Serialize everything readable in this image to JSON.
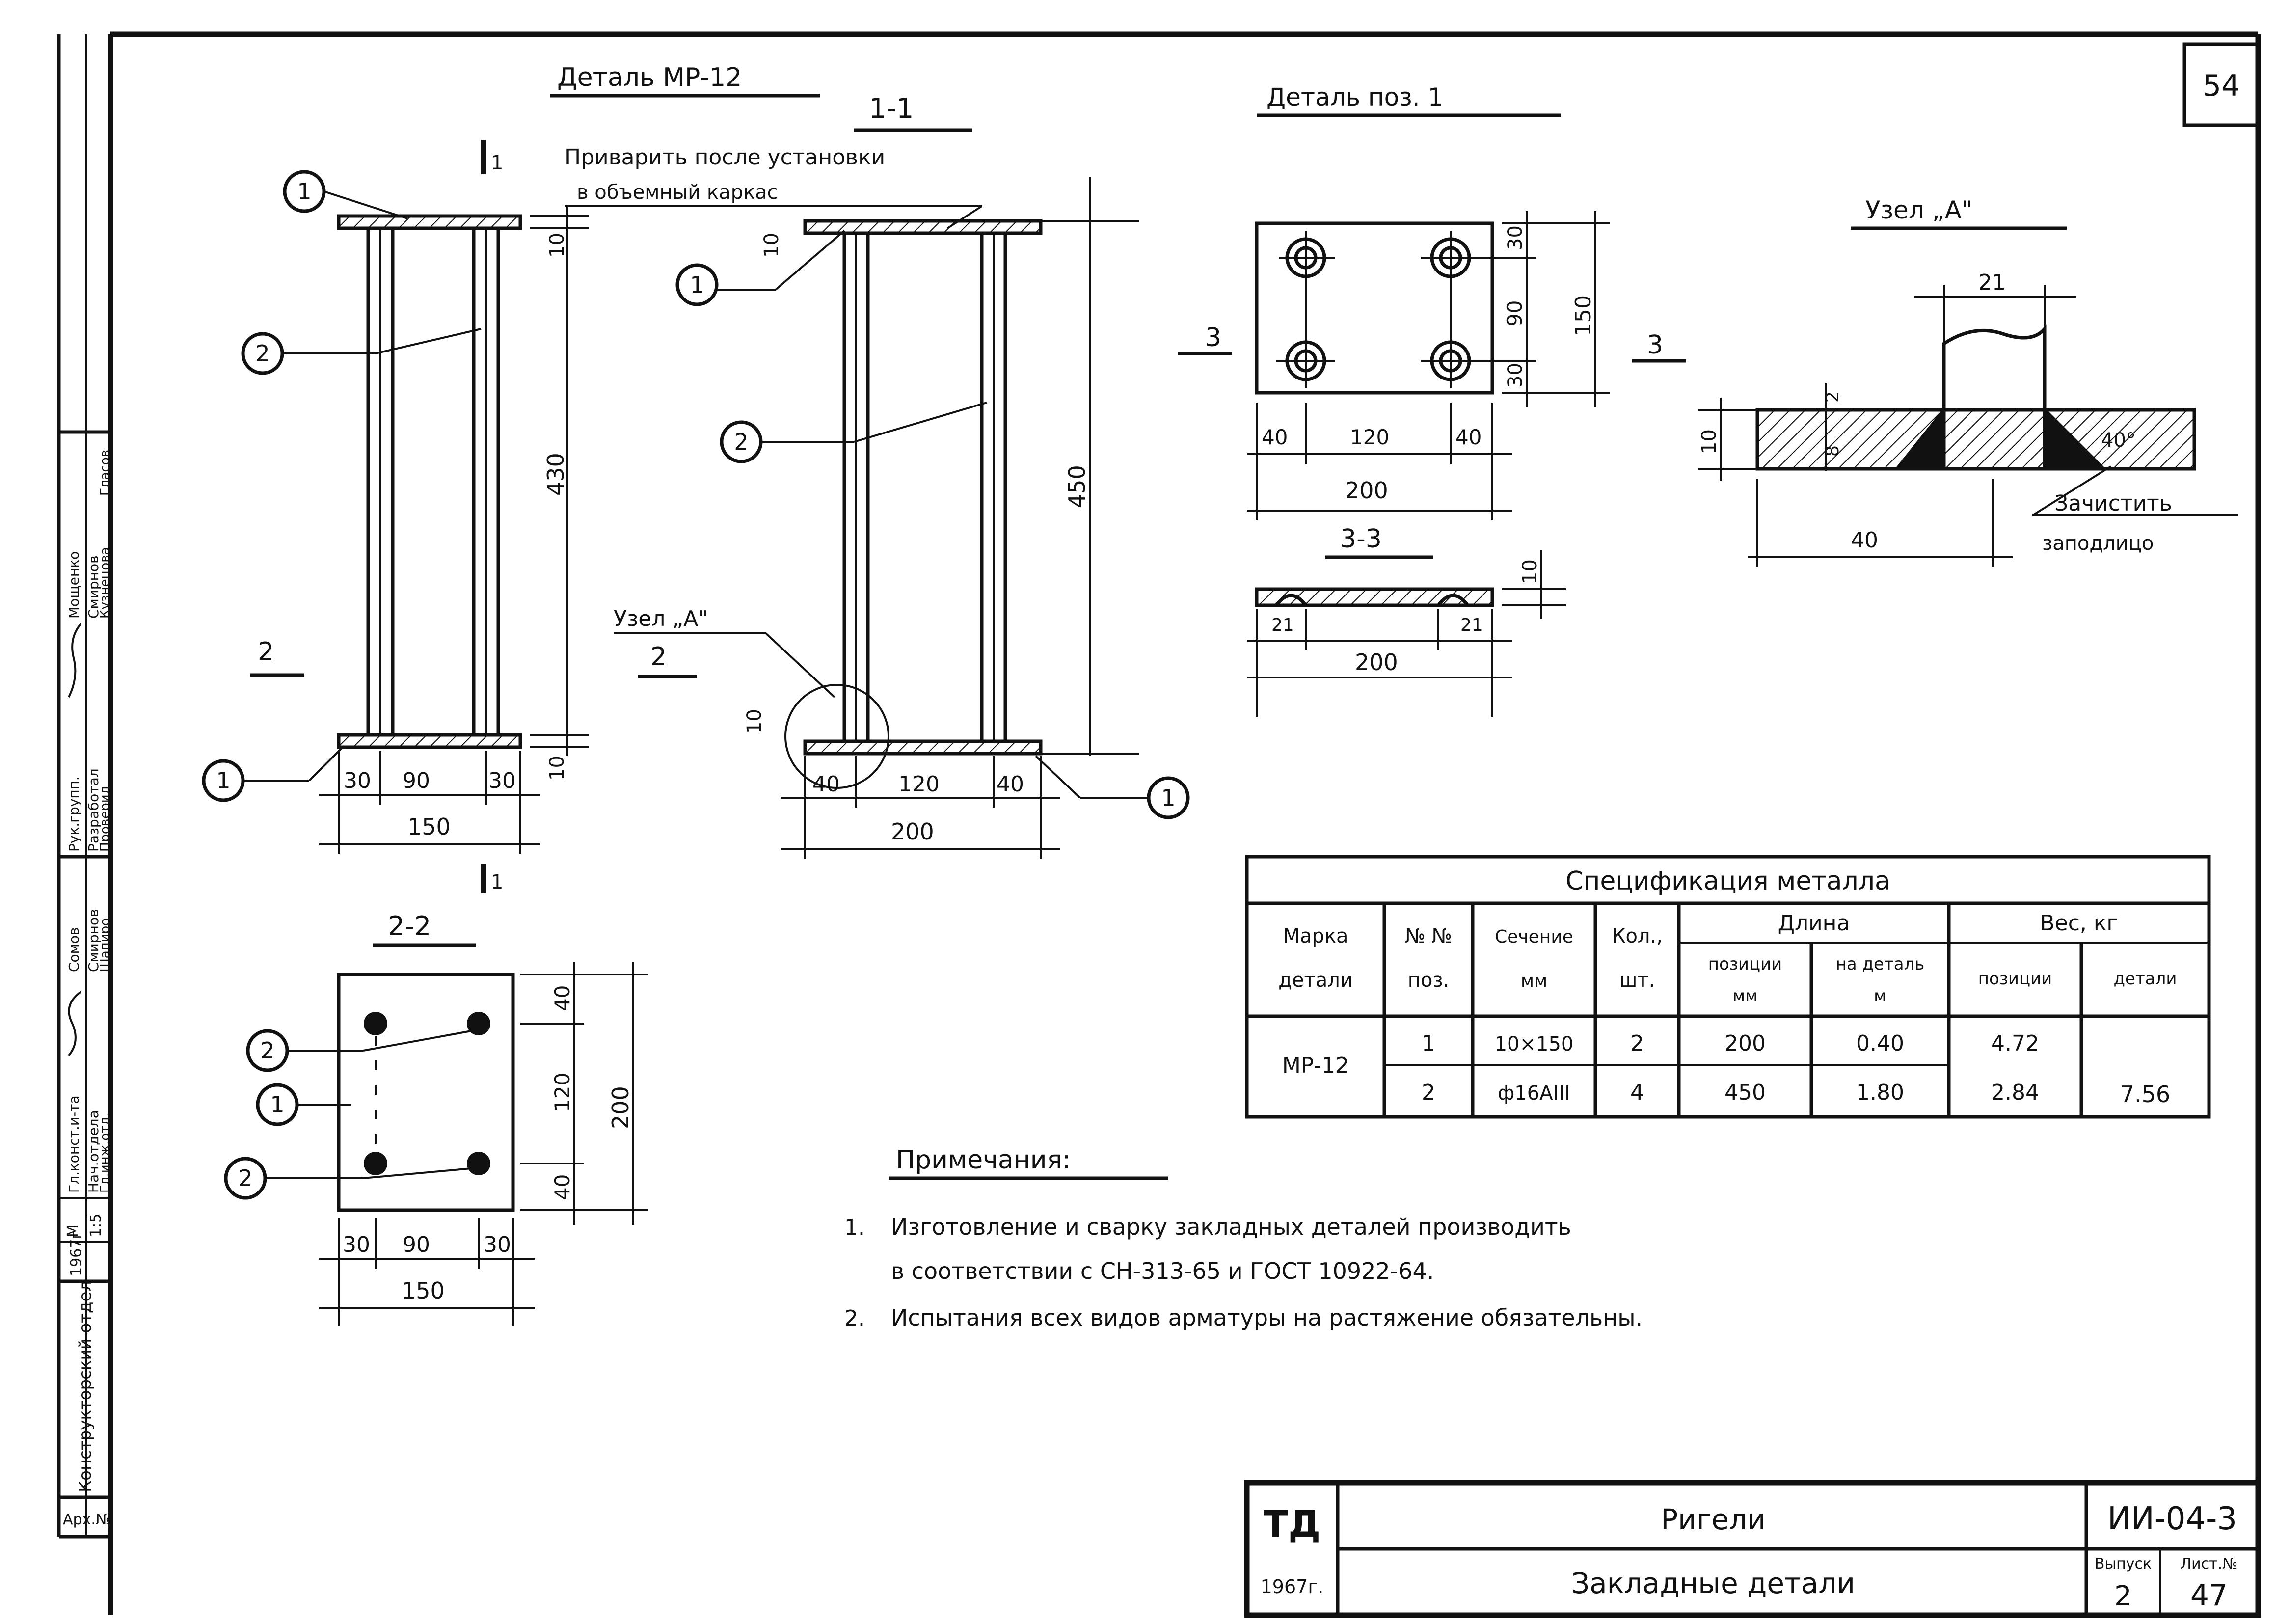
{
  "sheet": {
    "page_number": "54",
    "org": "ТД",
    "year": "1967г.",
    "series": "ИИ-04-3",
    "title": "Ригели",
    "subtitle": "Закладные детали",
    "issue_label": "Выпуск",
    "issue": "2",
    "sheet_label": "Лист.№",
    "sheet_no": "47"
  },
  "side_stamp": {
    "dept": "Конструкторский отдел",
    "arh_label": "Арх.№",
    "year": "1967г",
    "scale_label": "М",
    "scale": "1:5",
    "roles": [
      "Гл.конст.и-та",
      "Нач.отдела",
      "Гл.инж.отд.",
      "Рук.групп.",
      "Разработал",
      "Проверил"
    ],
    "names": [
      "Сомов",
      "Смирнов",
      "Шапиро",
      "Мощенко",
      "Смирнов",
      "Кузнецова"
    ],
    "extra_name": "Гласов"
  },
  "drawing": {
    "detail_title": "Деталь МР-12",
    "pos_title": "Деталь поз. 1",
    "node_title": "Узел „А\"",
    "node_ref": "Узел „А\"",
    "weld_note_1": "Приварить после установки",
    "weld_note_2": "в объемный каркас",
    "clean_note_1": "Зачистить",
    "clean_note_2": "заподлицо",
    "sections": {
      "s11": "1-1",
      "s22": "2-2",
      "s33": "3-3",
      "m1": "1",
      "m2": "2",
      "m3": "3"
    },
    "callouts": {
      "c1": "1",
      "c2": "2"
    },
    "dims": {
      "d430": "430",
      "d450": "450",
      "d10": "10",
      "d30": "30",
      "d90": "90",
      "d150": "150",
      "d40": "40",
      "d120": "120",
      "d200": "200",
      "d21": "21",
      "d8": "8",
      "d2": "2",
      "d40deg": "40°"
    }
  },
  "spec": {
    "title": "Спецификация металла",
    "h_marka": [
      "Марка",
      "детали"
    ],
    "h_pos": [
      "№ №",
      "поз."
    ],
    "h_sech": [
      "Сечение",
      "мм"
    ],
    "h_kol": [
      "Кол.,",
      "шт."
    ],
    "h_dlina": "Длина",
    "h_dl_pos": [
      "позиции",
      "мм"
    ],
    "h_dl_det": [
      "на деталь",
      "м"
    ],
    "h_ves": "Вес, кг",
    "h_ves_pos": "позиции",
    "h_ves_det": "детали",
    "marka": "МР-12",
    "total": "7.56",
    "rows": [
      {
        "pos": "1",
        "section": "10×150",
        "qty": "2",
        "len_pos": "200",
        "len_det": "0.40",
        "w_pos": "4.72"
      },
      {
        "pos": "2",
        "section": "ф16АIII",
        "qty": "4",
        "len_pos": "450",
        "len_det": "1.80",
        "w_pos": "2.84"
      }
    ]
  },
  "notes": {
    "title": "Примечания:",
    "items": [
      {
        "num": "1.",
        "lines": [
          "Изготовление и сварку закладных деталей производить",
          "в соответствии с СН-313-65 и ГОСТ 10922-64."
        ]
      },
      {
        "num": "2.",
        "lines": [
          "Испытания всех видов арматуры на растяжение обязательны."
        ]
      }
    ]
  }
}
